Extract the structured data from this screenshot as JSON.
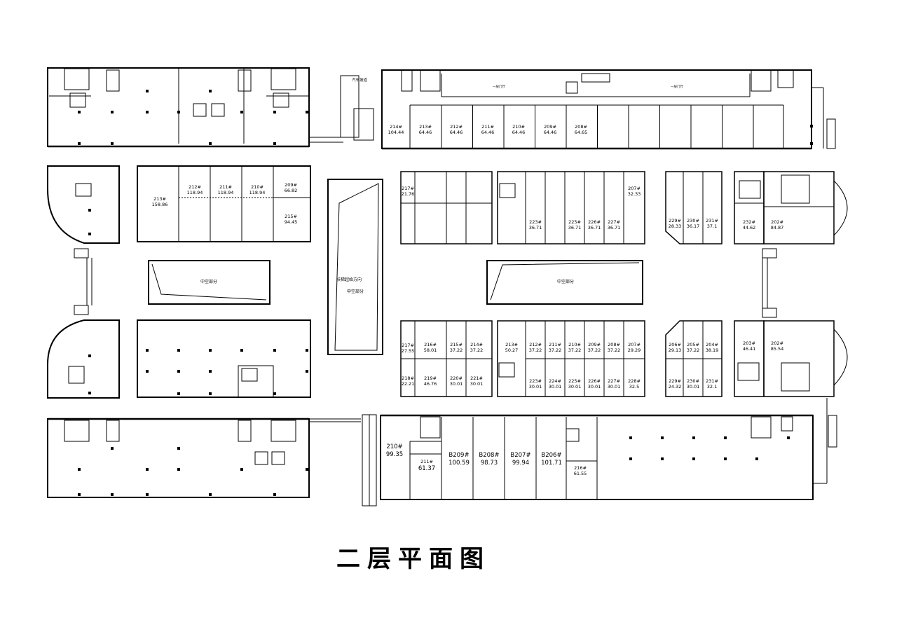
{
  "drawing_title": "二层平面图",
  "signage": {
    "ramp": "汽车坡道",
    "escalator_direction": "扶梯起始方向",
    "lobby_left": "一层门厅",
    "lobby_right": "一层门厅"
  },
  "voids": [
    {
      "id": "void-left",
      "label": "中空部分"
    },
    {
      "id": "void-center",
      "label": "中空部分"
    },
    {
      "id": "void-right",
      "label": "中空部分"
    }
  ],
  "units": [
    {
      "no": "214#",
      "area": "104.44"
    },
    {
      "no": "213#",
      "area": "64.46"
    },
    {
      "no": "212#",
      "area": "64.46"
    },
    {
      "no": "211#",
      "area": "64.46"
    },
    {
      "no": "210#",
      "area": "64.46"
    },
    {
      "no": "209#",
      "area": "64.46"
    },
    {
      "no": "208#",
      "area": "64.65"
    },
    {
      "no": "213#",
      "area": "158.86"
    },
    {
      "no": "212#",
      "area": "118.94"
    },
    {
      "no": "211#",
      "area": "118.94"
    },
    {
      "no": "210#",
      "area": "118.94"
    },
    {
      "no": "209#",
      "area": "66.82"
    },
    {
      "no": "215#",
      "area": "94.45"
    },
    {
      "no": "217#",
      "area": "21.76"
    },
    {
      "no": "223#",
      "area": "36.71"
    },
    {
      "no": "225#",
      "area": "36.71"
    },
    {
      "no": "226#",
      "area": "36.71"
    },
    {
      "no": "227#",
      "area": "36.71"
    },
    {
      "no": "207#",
      "area": "32.33"
    },
    {
      "no": "229#",
      "area": "28.33"
    },
    {
      "no": "230#",
      "area": "36.17"
    },
    {
      "no": "231#",
      "area": "37.1"
    },
    {
      "no": "232#",
      "area": "44.62"
    },
    {
      "no": "202#",
      "area": "84.87"
    },
    {
      "no": "217#",
      "area": "27.55"
    },
    {
      "no": "216#",
      "area": "58.01"
    },
    {
      "no": "215#",
      "area": "37.22"
    },
    {
      "no": "214#",
      "area": "37.22"
    },
    {
      "no": "218#",
      "area": "22.21"
    },
    {
      "no": "219#",
      "area": "46.76"
    },
    {
      "no": "220#",
      "area": "30.01"
    },
    {
      "no": "221#",
      "area": "30.01"
    },
    {
      "no": "213#",
      "area": "50.27"
    },
    {
      "no": "212#",
      "area": "37.22"
    },
    {
      "no": "211#",
      "area": "37.22"
    },
    {
      "no": "210#",
      "area": "37.22"
    },
    {
      "no": "209#",
      "area": "37.22"
    },
    {
      "no": "208#",
      "area": "37.22"
    },
    {
      "no": "207#",
      "area": "29.29"
    },
    {
      "no": "223#",
      "area": "30.01"
    },
    {
      "no": "224#",
      "area": "30.01"
    },
    {
      "no": "225#",
      "area": "30.01"
    },
    {
      "no": "226#",
      "area": "30.01"
    },
    {
      "no": "227#",
      "area": "30.01"
    },
    {
      "no": "228#",
      "area": "32.5"
    },
    {
      "no": "206#",
      "area": "29.13"
    },
    {
      "no": "205#",
      "area": "37.22"
    },
    {
      "no": "204#",
      "area": "38.19"
    },
    {
      "no": "203#",
      "area": "46.41"
    },
    {
      "no": "202#",
      "area": "85.54"
    },
    {
      "no": "229#",
      "area": "24.32"
    },
    {
      "no": "230#",
      "area": "30.01"
    },
    {
      "no": "231#",
      "area": "32.1"
    },
    {
      "no": "210#",
      "area": "99.35"
    },
    {
      "no": "211#",
      "area": "61.37"
    },
    {
      "no": "B209#",
      "area": "100.59"
    },
    {
      "no": "B208#",
      "area": "98.73"
    },
    {
      "no": "B207#",
      "area": "99.94"
    },
    {
      "no": "B206#",
      "area": "101.71"
    },
    {
      "no": "216#",
      "area": "61.55"
    }
  ]
}
